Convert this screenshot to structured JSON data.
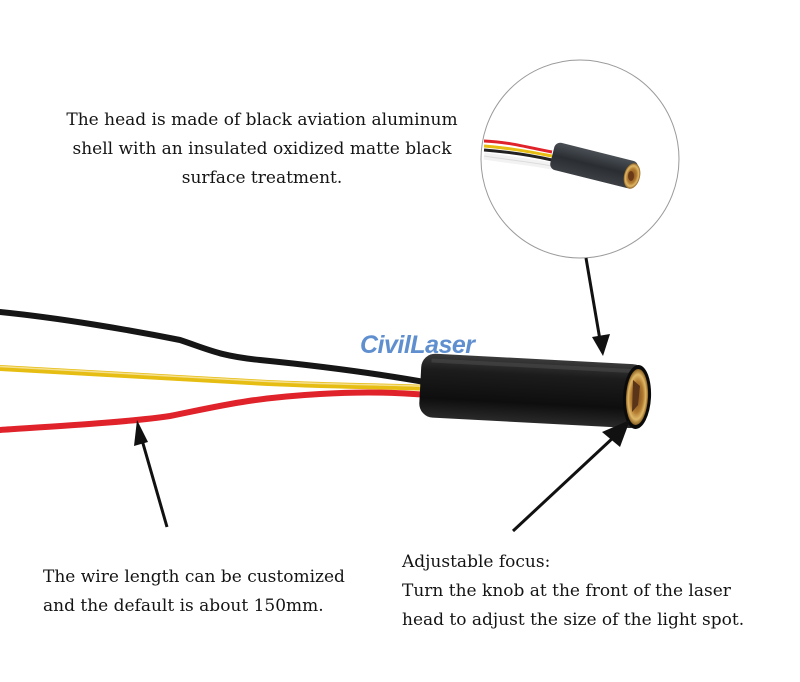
{
  "brand": {
    "logo_text": "CivilLaser",
    "logo_color": "#5f8fcf"
  },
  "captions": {
    "head_material": {
      "lines": [
        "The head is made of black aviation aluminum",
        "shell with an insulated oxidized matte black",
        "surface treatment."
      ]
    },
    "wire_length": {
      "lines": [
        "The wire length can be customized",
        "and the default is about 150mm."
      ]
    },
    "adjustable_focus": {
      "lines": [
        "Adjustable focus:",
        "Turn the knob at the front of the laser",
        "head to adjust the size of the light spot."
      ]
    }
  },
  "product": {
    "wire_colors": {
      "black": "#161616",
      "yellow": "#e6bd12",
      "red": "#e0222a",
      "white": "#f0f0f0"
    },
    "head_color": "#141414",
    "lens_color": "#c89a4a"
  }
}
